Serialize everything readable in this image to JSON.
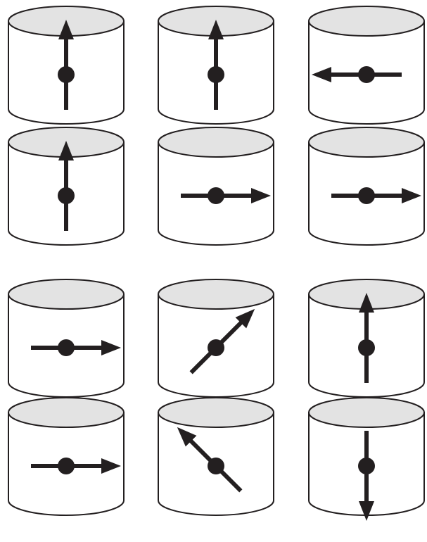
{
  "diagram": {
    "colors": {
      "outline": "#231f20",
      "cap_fill": "#e3e3e3",
      "body_fill": "#ffffff"
    },
    "groups": [
      {
        "name": "top-group",
        "stacks": [
          {
            "arrows": [
              "up",
              "up"
            ]
          },
          {
            "arrows": [
              "up",
              "right"
            ]
          },
          {
            "arrows": [
              "left",
              "right"
            ]
          }
        ]
      },
      {
        "name": "bottom-group",
        "stacks": [
          {
            "arrows": [
              "right",
              "right"
            ]
          },
          {
            "arrows": [
              "up-right",
              "up-left"
            ]
          },
          {
            "arrows": [
              "up",
              "down"
            ]
          }
        ]
      }
    ]
  }
}
